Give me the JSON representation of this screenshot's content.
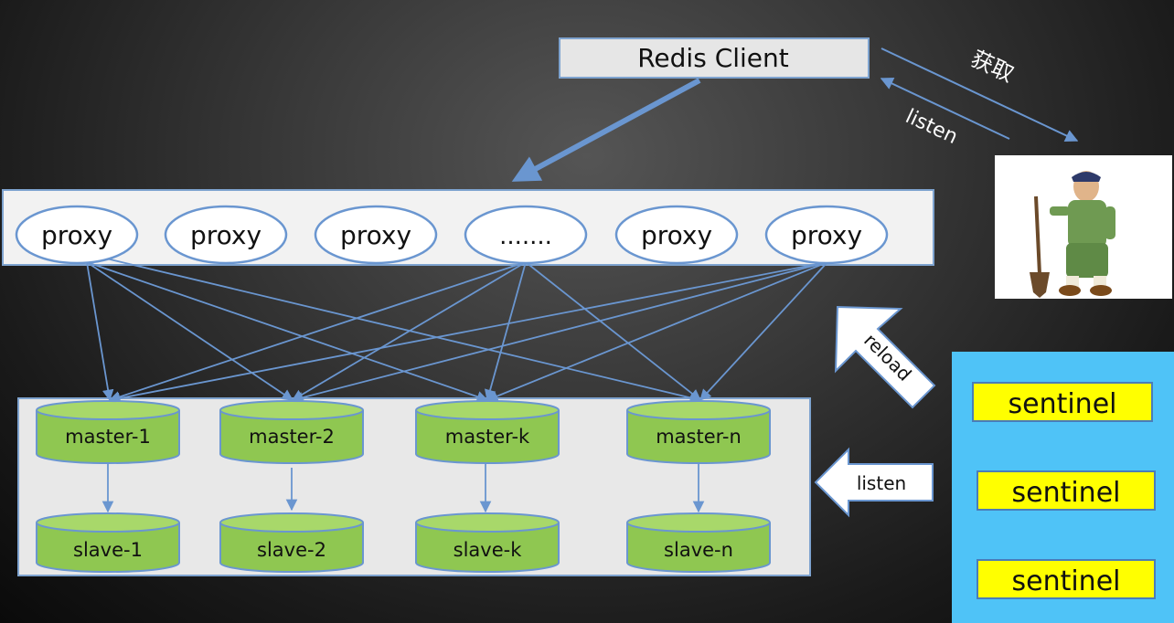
{
  "client": {
    "label": "Redis Client"
  },
  "arrows": {
    "fetch_label": "获取",
    "listen_top_label": "listen",
    "reload_label": "reload",
    "listen_side_label": "listen"
  },
  "proxies": [
    "proxy",
    "proxy",
    "proxy",
    ".......",
    "proxy",
    "proxy"
  ],
  "masters": [
    "master-1",
    "master-2",
    "master-k",
    "master-n"
  ],
  "slaves": [
    "slave-1",
    "slave-2",
    "slave-k",
    "slave-n"
  ],
  "sentinels": [
    "sentinel",
    "sentinel",
    "sentinel"
  ],
  "zookeeper": {
    "icon": "zookeeper-icon"
  },
  "colors": {
    "proxy_panel": "#f2f2f2",
    "cluster_panel": "#e8e8e8",
    "panel_border": "#7ea3cf",
    "db_fill": "#8fc751",
    "sentinel_panel": "#4fc3f7",
    "sentinel_box": "#ffff00",
    "line": "#6a96d0"
  }
}
